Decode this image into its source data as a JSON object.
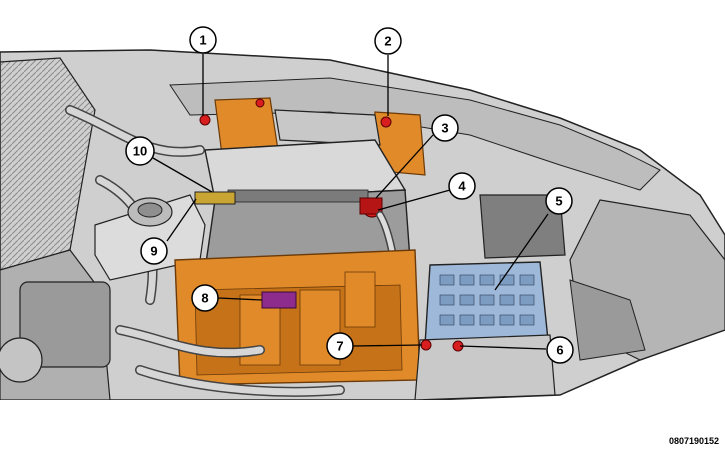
{
  "figure_id": "0807190152",
  "callouts": [
    {
      "label": "1"
    },
    {
      "label": "2"
    },
    {
      "label": "3"
    },
    {
      "label": "4"
    },
    {
      "label": "5"
    },
    {
      "label": "6"
    },
    {
      "label": "7"
    },
    {
      "label": "8"
    },
    {
      "label": "9"
    },
    {
      "label": "10"
    }
  ],
  "colors": {
    "orange": "#e08a2a",
    "orange_dark": "#a85a12",
    "red_terminal": "#d81e1e",
    "grey_light": "#d2d2d2",
    "grey_mid": "#a9a9a9",
    "grey_dark": "#5e5e5e",
    "fuse_box_blue": "#9db8d8",
    "purple_connector": "#8e2c8e"
  }
}
